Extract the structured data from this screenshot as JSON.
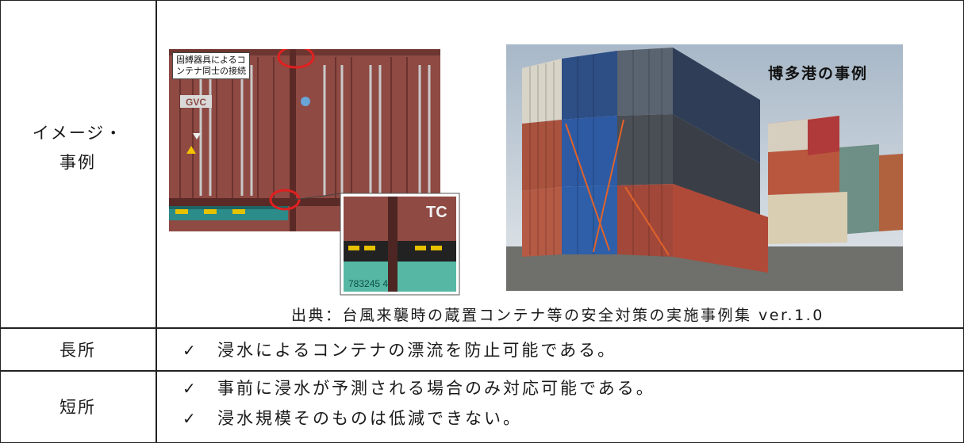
{
  "rows": {
    "image_example": {
      "label_line1": "イメージ・",
      "label_line2": "事例",
      "left_photo": {
        "callout_line1": "固縛器具によるコ",
        "callout_line2": "ンテナ同士の接続",
        "marking_gvc": "GVC",
        "marking_tc": "TC",
        "inset_number": "783245  4"
      },
      "right_photo": {
        "title": "博多港の事例"
      },
      "caption": "出典：台風来襲時の蔵置コンテナ等の安全対策の実施事例集 ver.1.0"
    },
    "pros": {
      "label": "長所",
      "items": [
        "浸水によるコンテナの漂流を防止可能である。"
      ]
    },
    "cons": {
      "label": "短所",
      "items": [
        "事前に浸水が予測される場合のみ対応可能である。",
        "浸水規模そのものは低減できない。"
      ]
    },
    "check_mark": "✓"
  }
}
